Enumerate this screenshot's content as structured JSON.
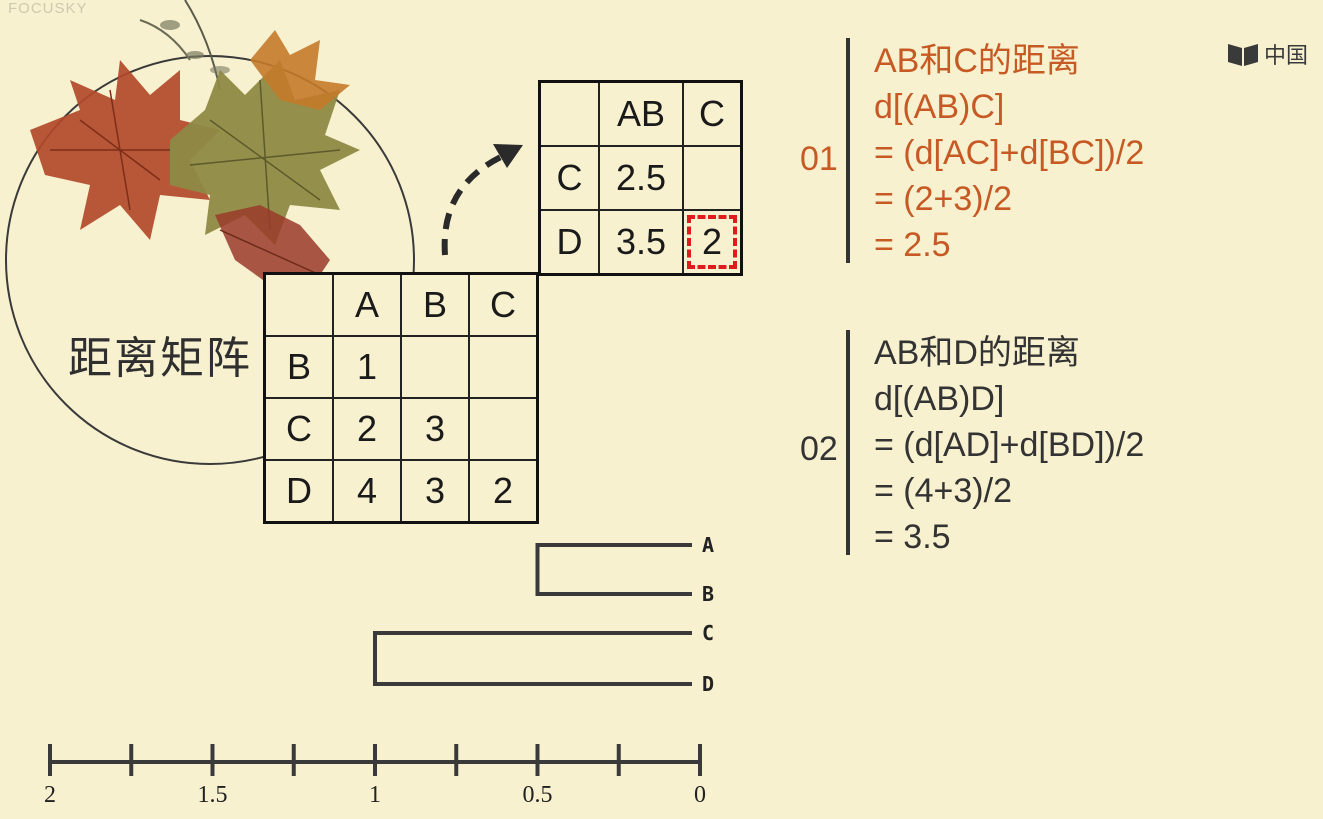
{
  "watermark": "FOCUSKY",
  "logo_text": "中国",
  "title": "距离矩阵",
  "original_matrix": {
    "header": [
      "",
      "A",
      "B",
      "C"
    ],
    "rows": [
      [
        "B",
        "1",
        "",
        ""
      ],
      [
        "C",
        "2",
        "3",
        ""
      ],
      [
        "D",
        "4",
        "3",
        "2"
      ]
    ]
  },
  "updated_matrix": {
    "header": [
      "",
      "AB",
      "C"
    ],
    "rows": [
      [
        "C",
        "2.5",
        ""
      ],
      [
        "D",
        "3.5",
        "2"
      ]
    ],
    "highlighted_cell": "D-C"
  },
  "calculations": [
    {
      "number": "01",
      "lines": [
        "AB和C的距离",
        "d[(AB)C]",
        "= (d[AC]+d[BC])/2",
        "= (2+3)/2",
        "= 2.5"
      ],
      "color": "#c75a24"
    },
    {
      "number": "02",
      "lines": [
        "AB和D的距离",
        "d[(AB)D]",
        "= (d[AD]+d[BD])/2",
        "= (4+3)/2",
        "= 3.5"
      ],
      "color": "#333333"
    }
  ],
  "dendrogram": {
    "leaves": [
      "A",
      "B",
      "C",
      "D"
    ],
    "merges": [
      {
        "items": [
          "A",
          "B"
        ],
        "height": 0.5
      },
      {
        "items": [
          "C",
          "D"
        ],
        "height": 1
      }
    ],
    "axis_ticks": [
      "2",
      "1.5",
      "1",
      "0.5",
      "0"
    ]
  },
  "colors": {
    "background": "#f7f1cf",
    "highlight": "#e01b1b",
    "accent": "#c75a24"
  }
}
